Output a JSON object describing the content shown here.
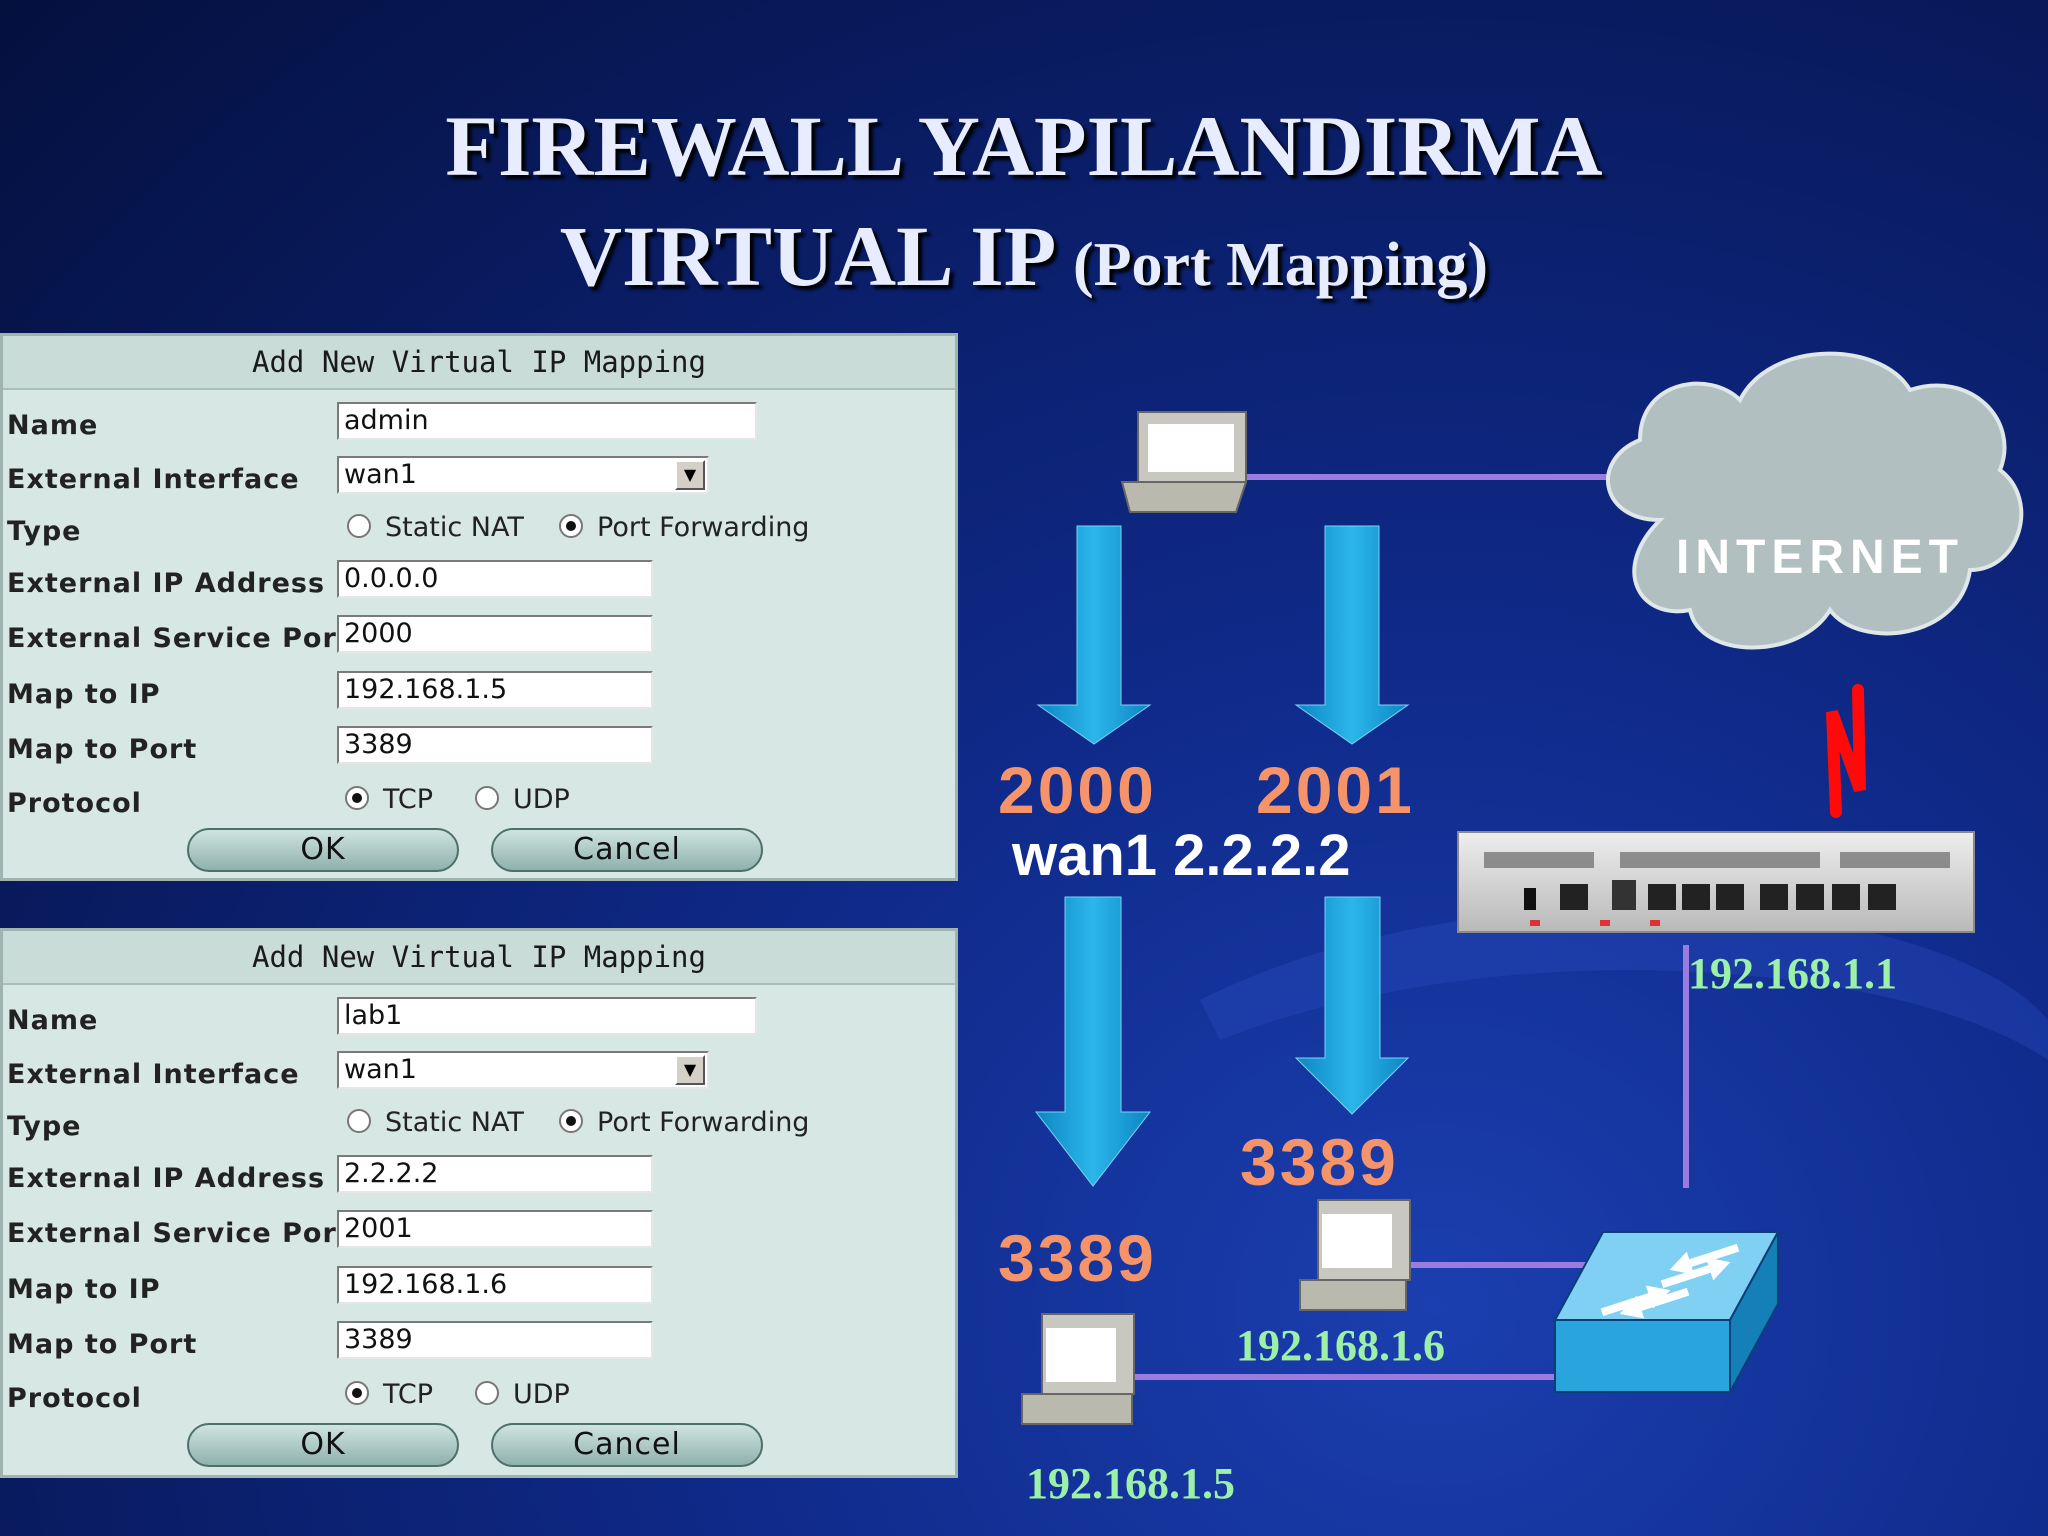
{
  "slide": {
    "title_line1": "FIREWALL YAPILANDIRMA",
    "title_line2": "VIRTUAL IP",
    "title_line2_sub": "(Port Mapping)"
  },
  "colors": {
    "panel_bg": "#d7e8e4",
    "port_label": "#f5946a",
    "ip_label": "#9cf0a8",
    "arrow": "#1a9fd4",
    "link": "#9a7be0",
    "cable": "#ff0000"
  },
  "forms": [
    {
      "header": "Add New Virtual IP Mapping",
      "labels": {
        "name": "Name",
        "ext_iface": "External Interface",
        "type": "Type",
        "ext_ip": "External IP Address",
        "ext_port": "External Service Port",
        "map_ip": "Map to IP",
        "map_port": "Map to Port",
        "protocol": "Protocol"
      },
      "values": {
        "name": "admin",
        "ext_iface": "wan1",
        "ext_ip": "0.0.0.0",
        "ext_port": "2000",
        "map_ip": "192.168.1.5",
        "map_port": "3389"
      },
      "type_options": [
        "Static NAT",
        "Port Forwarding"
      ],
      "type_selected": "Port Forwarding",
      "protocol_options": [
        "TCP",
        "UDP"
      ],
      "protocol_selected": "TCP",
      "ok_label": "OK",
      "cancel_label": "Cancel"
    },
    {
      "header": "Add New Virtual IP Mapping",
      "labels": {
        "name": "Name",
        "ext_iface": "External Interface",
        "type": "Type",
        "ext_ip": "External IP Address",
        "ext_port": "External Service Port",
        "map_ip": "Map to IP",
        "map_port": "Map to Port",
        "protocol": "Protocol"
      },
      "values": {
        "name": "lab1",
        "ext_iface": "wan1",
        "ext_ip": "2.2.2.2",
        "ext_port": "2001",
        "map_ip": "192.168.1.6",
        "map_port": "3389"
      },
      "type_options": [
        "Static NAT",
        "Port Forwarding"
      ],
      "type_selected": "Port Forwarding",
      "protocol_options": [
        "TCP",
        "UDP"
      ],
      "protocol_selected": "TCP",
      "ok_label": "OK",
      "cancel_label": "Cancel"
    }
  ],
  "diagram": {
    "internet_label": "INTERNET",
    "ext_port_1": "2000",
    "ext_port_2": "2001",
    "wan_label": "wan1 2.2.2.2",
    "int_port_1": "3389",
    "int_port_2": "3389",
    "firewall_ip": "192.168.1.1",
    "host_ip_1": "192.168.1.5",
    "host_ip_2": "192.168.1.6"
  }
}
